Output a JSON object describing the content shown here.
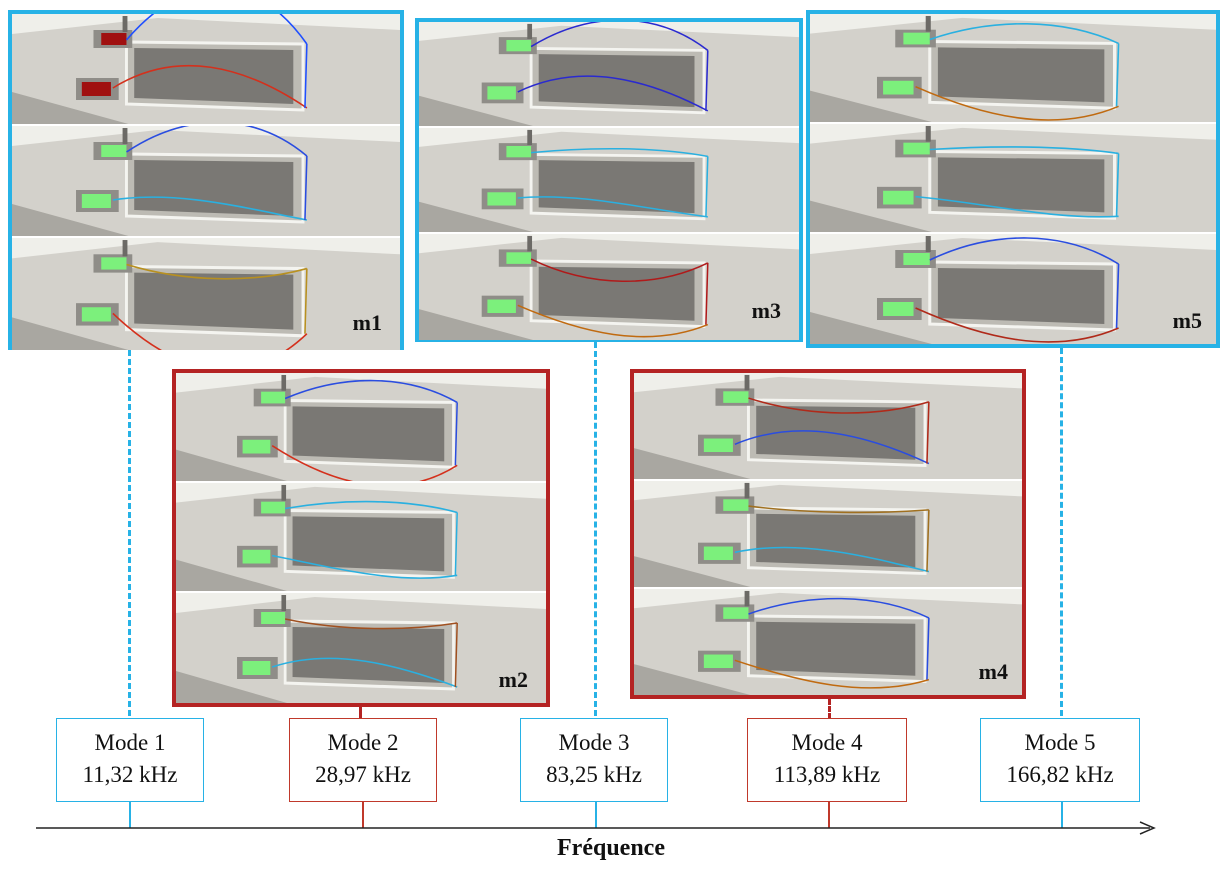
{
  "figure": {
    "axis_label": "Fréquence"
  },
  "modes": [
    {
      "id": "m1",
      "label": "m1",
      "name": "Mode 1",
      "freq": "11,32 kHz",
      "group_color": "#27b2e6"
    },
    {
      "id": "m2",
      "label": "m2",
      "name": "Mode 2",
      "freq": "28,97 kHz",
      "group_color": "#b42323"
    },
    {
      "id": "m3",
      "label": "m3",
      "name": "Mode 3",
      "freq": "83,25 kHz",
      "group_color": "#27b2e6"
    },
    {
      "id": "m4",
      "label": "m4",
      "name": "Mode 4",
      "freq": "113,89 kHz",
      "group_color": "#b42323"
    },
    {
      "id": "m5",
      "label": "m5",
      "name": "Mode 5",
      "freq": "166,82 kHz",
      "group_color": "#27b2e6"
    }
  ],
  "colors": {
    "odd_modes": "#27b2e6",
    "even_modes": "#b42323",
    "platform": "#d3d1cb",
    "membrane": "#7a7874",
    "pad_active": "#7cf07c",
    "pad_max": "#a01010"
  }
}
